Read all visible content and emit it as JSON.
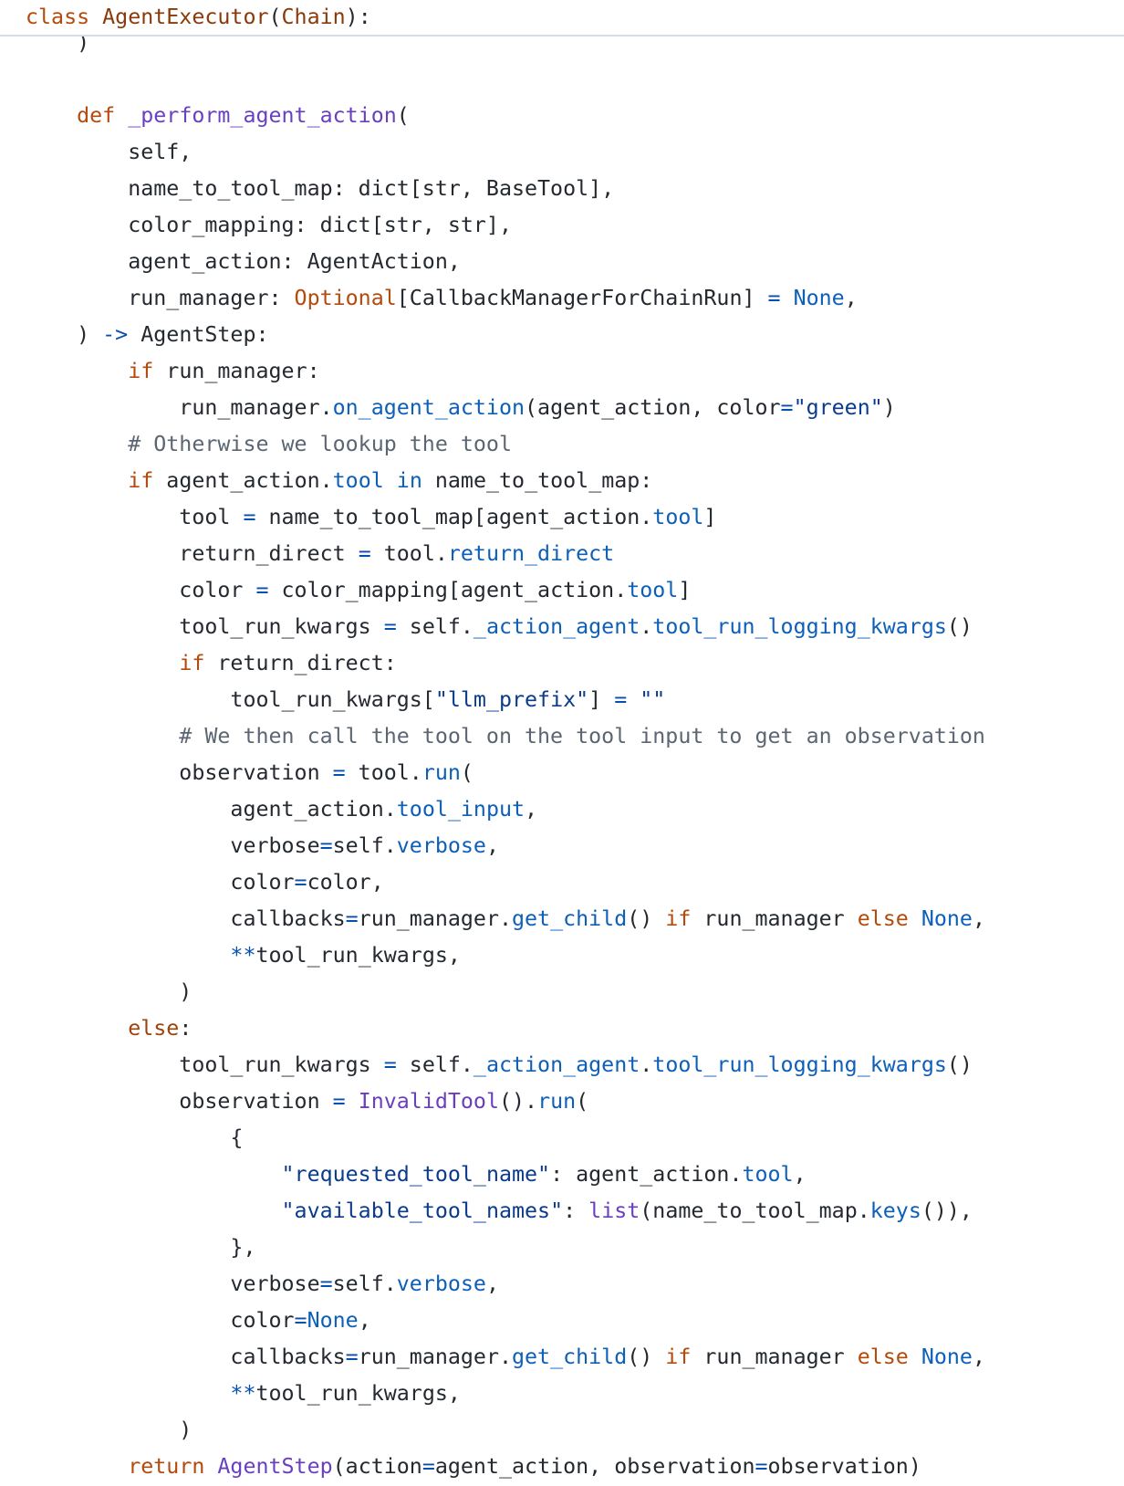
{
  "header": {
    "segments": [
      {
        "t": "class ",
        "c": "kw"
      },
      {
        "t": "AgentExecutor",
        "c": "cn"
      },
      {
        "t": "(",
        "c": ""
      },
      {
        "t": "Chain",
        "c": "cn"
      },
      {
        "t": "):",
        "c": ""
      }
    ]
  },
  "code": {
    "lines": [
      [
        {
          "t": "    )",
          "c": ""
        }
      ],
      [],
      [
        {
          "t": "    ",
          "c": ""
        },
        {
          "t": "def",
          "c": "kw"
        },
        {
          "t": " ",
          "c": ""
        },
        {
          "t": "_perform_agent_action",
          "c": "fn"
        },
        {
          "t": "(",
          "c": ""
        }
      ],
      [
        {
          "t": "        self,",
          "c": ""
        }
      ],
      [
        {
          "t": "        name_to_tool_map: dict[str, BaseTool],",
          "c": ""
        }
      ],
      [
        {
          "t": "        color_mapping: dict[str, str],",
          "c": ""
        }
      ],
      [
        {
          "t": "        agent_action: AgentAction,",
          "c": ""
        }
      ],
      [
        {
          "t": "        run_manager: ",
          "c": ""
        },
        {
          "t": "Optional",
          "c": "ty"
        },
        {
          "t": "[CallbackManagerForChainRun] ",
          "c": ""
        },
        {
          "t": "=",
          "c": "op"
        },
        {
          "t": " ",
          "c": ""
        },
        {
          "t": "None",
          "c": "at"
        },
        {
          "t": ",",
          "c": ""
        }
      ],
      [
        {
          "t": "    ) ",
          "c": ""
        },
        {
          "t": "->",
          "c": "op"
        },
        {
          "t": " AgentStep:",
          "c": ""
        }
      ],
      [
        {
          "t": "        ",
          "c": ""
        },
        {
          "t": "if",
          "c": "kw"
        },
        {
          "t": " run_manager:",
          "c": ""
        }
      ],
      [
        {
          "t": "            run_manager.",
          "c": ""
        },
        {
          "t": "on_agent_action",
          "c": "at"
        },
        {
          "t": "(agent_action, color",
          "c": ""
        },
        {
          "t": "=",
          "c": "op"
        },
        {
          "t": "\"green\"",
          "c": "st"
        },
        {
          "t": ")",
          "c": ""
        }
      ],
      [
        {
          "t": "        # Otherwise we lookup the tool",
          "c": "cm"
        }
      ],
      [
        {
          "t": "        ",
          "c": ""
        },
        {
          "t": "if",
          "c": "kw"
        },
        {
          "t": " agent_action.",
          "c": ""
        },
        {
          "t": "tool",
          "c": "at"
        },
        {
          "t": " ",
          "c": ""
        },
        {
          "t": "in",
          "c": "at"
        },
        {
          "t": " name_to_tool_map:",
          "c": ""
        }
      ],
      [
        {
          "t": "            tool ",
          "c": ""
        },
        {
          "t": "=",
          "c": "op"
        },
        {
          "t": " name_to_tool_map[agent_action.",
          "c": ""
        },
        {
          "t": "tool",
          "c": "at"
        },
        {
          "t": "]",
          "c": ""
        }
      ],
      [
        {
          "t": "            return_direct ",
          "c": ""
        },
        {
          "t": "=",
          "c": "op"
        },
        {
          "t": " tool.",
          "c": ""
        },
        {
          "t": "return_direct",
          "c": "at"
        }
      ],
      [
        {
          "t": "            color ",
          "c": ""
        },
        {
          "t": "=",
          "c": "op"
        },
        {
          "t": " color_mapping[agent_action.",
          "c": ""
        },
        {
          "t": "tool",
          "c": "at"
        },
        {
          "t": "]",
          "c": ""
        }
      ],
      [
        {
          "t": "            tool_run_kwargs ",
          "c": ""
        },
        {
          "t": "=",
          "c": "op"
        },
        {
          "t": " self.",
          "c": ""
        },
        {
          "t": "_action_agent",
          "c": "at"
        },
        {
          "t": ".",
          "c": ""
        },
        {
          "t": "tool_run_logging_kwargs",
          "c": "at"
        },
        {
          "t": "()",
          "c": ""
        }
      ],
      [
        {
          "t": "            ",
          "c": ""
        },
        {
          "t": "if",
          "c": "kw"
        },
        {
          "t": " return_direct:",
          "c": ""
        }
      ],
      [
        {
          "t": "                tool_run_kwargs[",
          "c": ""
        },
        {
          "t": "\"llm_prefix\"",
          "c": "st"
        },
        {
          "t": "] ",
          "c": ""
        },
        {
          "t": "=",
          "c": "op"
        },
        {
          "t": " ",
          "c": ""
        },
        {
          "t": "\"\"",
          "c": "st"
        }
      ],
      [
        {
          "t": "            # We then call the tool on the tool input to get an observation",
          "c": "cm"
        }
      ],
      [
        {
          "t": "            observation ",
          "c": ""
        },
        {
          "t": "=",
          "c": "op"
        },
        {
          "t": " tool.",
          "c": ""
        },
        {
          "t": "run",
          "c": "at"
        },
        {
          "t": "(",
          "c": ""
        }
      ],
      [
        {
          "t": "                agent_action.",
          "c": ""
        },
        {
          "t": "tool_input",
          "c": "at"
        },
        {
          "t": ",",
          "c": ""
        }
      ],
      [
        {
          "t": "                verbose",
          "c": ""
        },
        {
          "t": "=",
          "c": "op"
        },
        {
          "t": "self.",
          "c": ""
        },
        {
          "t": "verbose",
          "c": "at"
        },
        {
          "t": ",",
          "c": ""
        }
      ],
      [
        {
          "t": "                color",
          "c": ""
        },
        {
          "t": "=",
          "c": "op"
        },
        {
          "t": "color,",
          "c": ""
        }
      ],
      [
        {
          "t": "                callbacks",
          "c": ""
        },
        {
          "t": "=",
          "c": "op"
        },
        {
          "t": "run_manager.",
          "c": ""
        },
        {
          "t": "get_child",
          "c": "at"
        },
        {
          "t": "() ",
          "c": ""
        },
        {
          "t": "if",
          "c": "kw"
        },
        {
          "t": " run_manager ",
          "c": ""
        },
        {
          "t": "else",
          "c": "kw"
        },
        {
          "t": " ",
          "c": ""
        },
        {
          "t": "None",
          "c": "at"
        },
        {
          "t": ",",
          "c": ""
        }
      ],
      [
        {
          "t": "                ",
          "c": ""
        },
        {
          "t": "**",
          "c": "op"
        },
        {
          "t": "tool_run_kwargs,",
          "c": ""
        }
      ],
      [
        {
          "t": "            )",
          "c": ""
        }
      ],
      [
        {
          "t": "        ",
          "c": ""
        },
        {
          "t": "else",
          "c": "cl"
        },
        {
          "t": ":",
          "c": ""
        }
      ],
      [
        {
          "t": "            tool_run_kwargs ",
          "c": ""
        },
        {
          "t": "=",
          "c": "op"
        },
        {
          "t": " self.",
          "c": ""
        },
        {
          "t": "_action_agent",
          "c": "at"
        },
        {
          "t": ".",
          "c": ""
        },
        {
          "t": "tool_run_logging_kwargs",
          "c": "at"
        },
        {
          "t": "()",
          "c": ""
        }
      ],
      [
        {
          "t": "            observation ",
          "c": ""
        },
        {
          "t": "=",
          "c": "op"
        },
        {
          "t": " ",
          "c": ""
        },
        {
          "t": "InvalidTool",
          "c": "fn"
        },
        {
          "t": "().",
          "c": ""
        },
        {
          "t": "run",
          "c": "at"
        },
        {
          "t": "(",
          "c": ""
        }
      ],
      [
        {
          "t": "                {",
          "c": ""
        }
      ],
      [
        {
          "t": "                    ",
          "c": ""
        },
        {
          "t": "\"requested_tool_name\"",
          "c": "st"
        },
        {
          "t": ": agent_action.",
          "c": ""
        },
        {
          "t": "tool",
          "c": "at"
        },
        {
          "t": ",",
          "c": ""
        }
      ],
      [
        {
          "t": "                    ",
          "c": ""
        },
        {
          "t": "\"available_tool_names\"",
          "c": "st"
        },
        {
          "t": ": ",
          "c": ""
        },
        {
          "t": "list",
          "c": "fn"
        },
        {
          "t": "(name_to_tool_map.",
          "c": ""
        },
        {
          "t": "keys",
          "c": "at"
        },
        {
          "t": "()),",
          "c": ""
        }
      ],
      [
        {
          "t": "                },",
          "c": ""
        }
      ],
      [
        {
          "t": "                verbose",
          "c": ""
        },
        {
          "t": "=",
          "c": "op"
        },
        {
          "t": "self.",
          "c": ""
        },
        {
          "t": "verbose",
          "c": "at"
        },
        {
          "t": ",",
          "c": ""
        }
      ],
      [
        {
          "t": "                color",
          "c": ""
        },
        {
          "t": "=",
          "c": "op"
        },
        {
          "t": "None",
          "c": "at"
        },
        {
          "t": ",",
          "c": ""
        }
      ],
      [
        {
          "t": "                callbacks",
          "c": ""
        },
        {
          "t": "=",
          "c": "op"
        },
        {
          "t": "run_manager.",
          "c": ""
        },
        {
          "t": "get_child",
          "c": "at"
        },
        {
          "t": "() ",
          "c": ""
        },
        {
          "t": "if",
          "c": "kw"
        },
        {
          "t": " run_manager ",
          "c": ""
        },
        {
          "t": "else",
          "c": "kw"
        },
        {
          "t": " ",
          "c": ""
        },
        {
          "t": "None",
          "c": "at"
        },
        {
          "t": ",",
          "c": ""
        }
      ],
      [
        {
          "t": "                ",
          "c": ""
        },
        {
          "t": "**",
          "c": "op"
        },
        {
          "t": "tool_run_kwargs,",
          "c": ""
        }
      ],
      [
        {
          "t": "            )",
          "c": ""
        }
      ],
      [
        {
          "t": "        ",
          "c": ""
        },
        {
          "t": "return",
          "c": "kw"
        },
        {
          "t": " ",
          "c": ""
        },
        {
          "t": "AgentStep",
          "c": "fn"
        },
        {
          "t": "(action",
          "c": ""
        },
        {
          "t": "=",
          "c": "op"
        },
        {
          "t": "agent_action, observation",
          "c": ""
        },
        {
          "t": "=",
          "c": "op"
        },
        {
          "t": "observation)",
          "c": ""
        }
      ]
    ]
  }
}
